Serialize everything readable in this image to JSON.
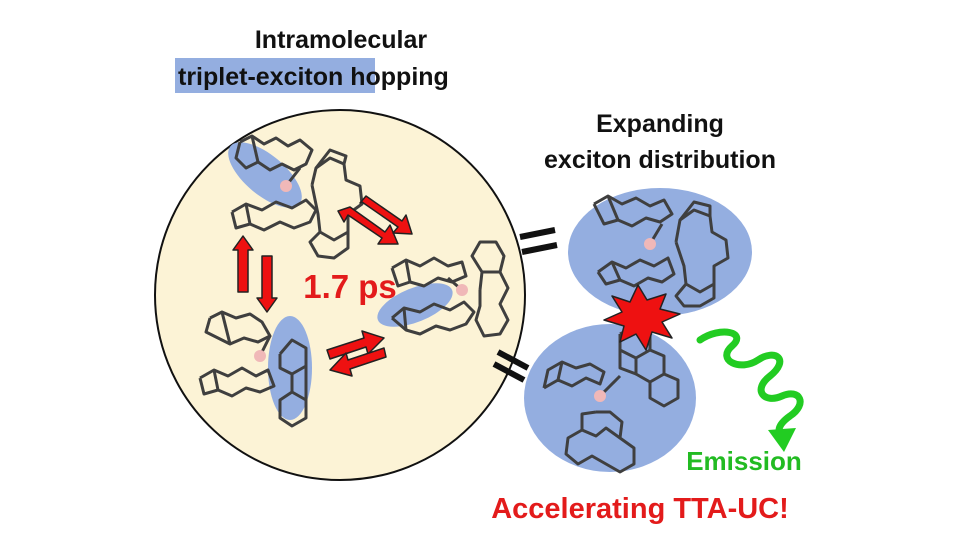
{
  "title": {
    "line1": "Intramolecular",
    "line2_highlight": "triplet-exciton",
    "line2_rest": " hopping"
  },
  "hop_time": "1.7 ps",
  "right_title": {
    "line1": "Expanding",
    "line2": "exciton distribution"
  },
  "emission_label": "Emission",
  "bottom_text": "Accelerating TTA-UC!",
  "colors": {
    "highlight_blue": "#94aee0",
    "lobe_blue": "#94aee0",
    "circle_fill": "#fcf3d6",
    "arrow_red": "#ee1111",
    "emission_green": "#22cc22",
    "bond_gray": "#3f3f3f",
    "boron_pink": "#f0b8b8",
    "text_red": "#e31b1b",
    "text_green": "#22bb22",
    "text_black": "#111111"
  },
  "icons": {
    "star": "collision-burst-icon",
    "wave": "wavy-emission-arrow-icon",
    "equals": "equals-sign-icon"
  }
}
